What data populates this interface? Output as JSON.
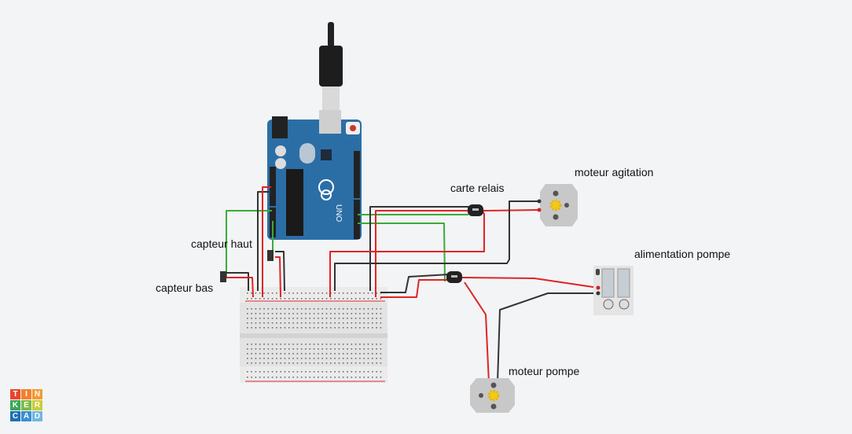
{
  "labels": {
    "motor_agitation": "moteur agitation",
    "relay_board": "carte relais",
    "pump_supply": "alimentation pompe",
    "sensor_top": "capteur haut",
    "sensor_bottom": "capteur bas",
    "pump_motor": "moteur pompe"
  },
  "logo": {
    "letters": [
      "T",
      "I",
      "N",
      "K",
      "E",
      "R",
      "C",
      "A",
      "D"
    ],
    "colors": [
      "#e8452c",
      "#f0812b",
      "#f39b2f",
      "#3aa757",
      "#7dbb42",
      "#c9cc3a",
      "#1f6fb5",
      "#3a8fd0",
      "#6fb8e3"
    ]
  },
  "board": {
    "name": "UNO"
  },
  "colors": {
    "wire_red": "#e02424",
    "wire_black": "#333333",
    "wire_green": "#3aab3a",
    "arduino": "#2b6ea6",
    "background": "#f3f4f6"
  }
}
